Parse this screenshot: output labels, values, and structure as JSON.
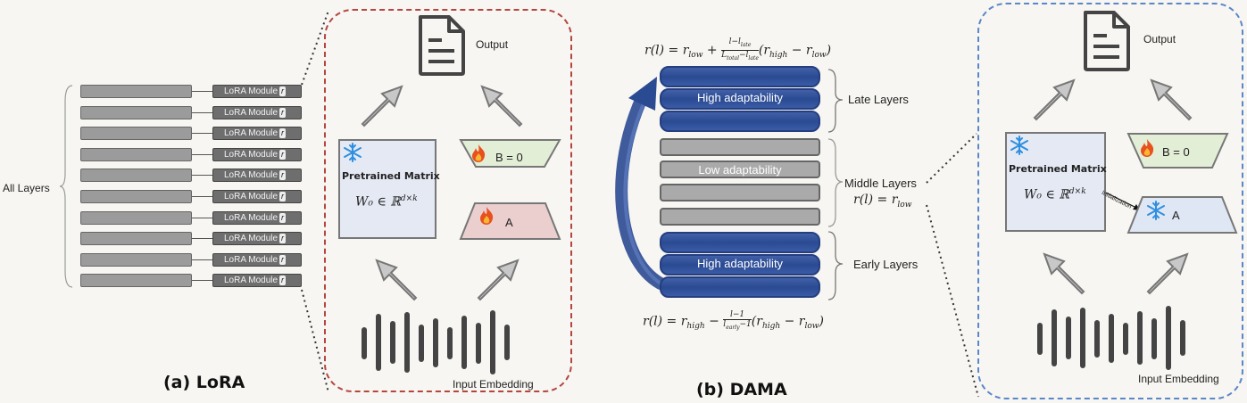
{
  "lora": {
    "side_label": "All Layers",
    "module_label": "LoRA Module",
    "module_rank": "r",
    "output_label": "Output",
    "pretrained_title": "Pretrained Matrix",
    "pretrained_formula": "W₀ ∈ ℝ",
    "pretrained_sup": "d×k",
    "b_label": "B = 0",
    "a_label": "A",
    "input_label": "Input Embedding",
    "caption": "(a) LoRA"
  },
  "dama": {
    "formula_top": {
      "lhs": "r(l) = r",
      "sub1": "low",
      "plus": " + ",
      "num": "l−l",
      "num_sub": "late",
      "den": "L",
      "den_sub": "total",
      "den_rest": "−l",
      "den_sub2": "late",
      "tail": "(r",
      "tail_sub1": "high",
      "tail_mid": " − r",
      "tail_sub2": "low",
      "tail_end": ")"
    },
    "formula_bottom": {
      "lhs": "r(l) = r",
      "sub1": "high",
      "minus": " − ",
      "num": "l−1",
      "den": "l",
      "den_sub": "early",
      "den_rest": "−1",
      "tail": "(r",
      "tail_sub1": "high",
      "tail_mid": " − r",
      "tail_sub2": "low",
      "tail_end": ")"
    },
    "high_label_top": "High adaptability",
    "low_label": "Low adaptability",
    "high_label_bottom": "High adaptability",
    "late_layers": "Late Layers",
    "middle_layers": "Middle Layers",
    "middle_formula": "r(l) = r",
    "middle_formula_sub": "low",
    "early_layers": "Early Layers",
    "caption": "(b) DAMA"
  },
  "dama_detail": {
    "output_label": "Output",
    "pretrained_title": "Pretrained Matrix",
    "pretrained_formula": "W₀ ∈ ℝ",
    "pretrained_sup": "d×k",
    "b_label": "B = 0",
    "a_label": "A",
    "init_label": "Initialization",
    "input_label": "Input Embedding"
  },
  "icons": [
    "document-icon",
    "snowflake-icon",
    "fire-icon",
    "up-arrow-icon",
    "sound-wave-icon",
    "brace-icon",
    "curved-arrow-icon"
  ],
  "colors": {
    "lora_border": "#b5453f",
    "dama_border": "#5b86c8",
    "pretrained_fill": "#e4e9f4",
    "b_fill": "#e3eed7",
    "a_fill_lora": "#ebcfcf",
    "a_fill_dama": "#dfe7f4",
    "high_bar": "#2a4a92",
    "low_bar": "#aaaaaa"
  }
}
